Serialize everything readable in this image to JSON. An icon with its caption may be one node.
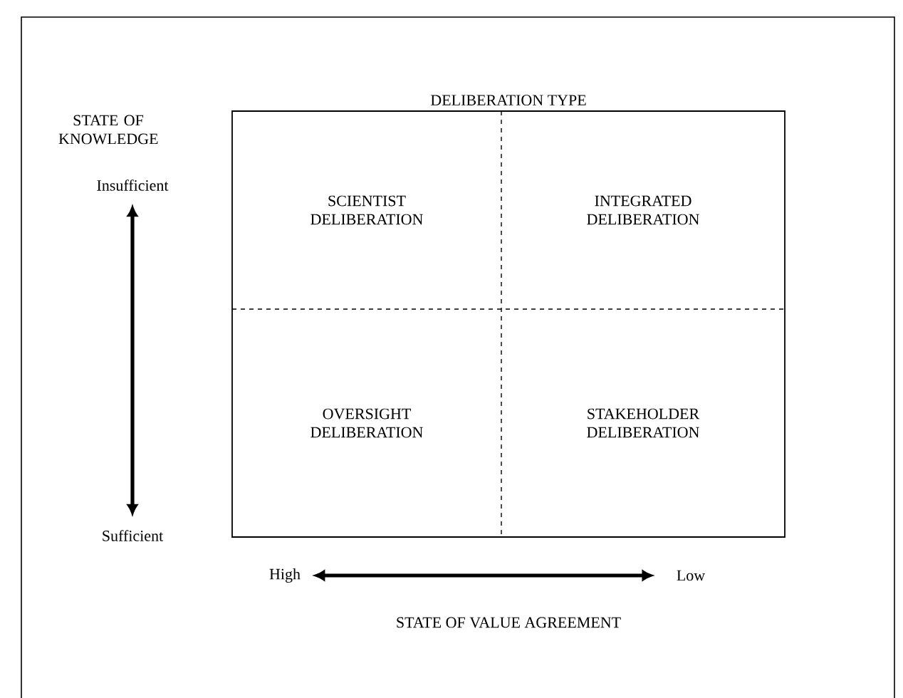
{
  "diagram": {
    "nodes": [
      {
        "text": [
          "DELIBERATION TYPE"
        ]
      },
      {
        "text": [
          "SCIENTIST DELIBERATION"
        ],
        "in": 0
      },
      {
        "text": [
          "INTEGRATED DELIBERATION"
        ],
        "in": 0
      },
      {
        "text": [
          "OVERSIGHT DELIBERATION"
        ],
        "in": 0
      },
      {
        "text": [
          "STAKEHOLDER DELIBERATION"
        ],
        "in": 0
      },
      {
        "text": [
          "Insufficient"
        ]
      },
      {
        "text": [
          "Sufficient"
        ]
      },
      {
        "text": [
          "High"
        ]
      },
      {
        "text": [
          "Low"
        ]
      }
    ],
    "edges": [
      {
        "from": 5,
        "to": 6,
        "arrow": "both"
      },
      {
        "from": 7,
        "to": 8,
        "arrow": "both"
      }
    ],
    "labels": [
      "STATE OF KNOWLEDGE",
      "STATE OF VALUE AGREEMENT"
    ]
  }
}
